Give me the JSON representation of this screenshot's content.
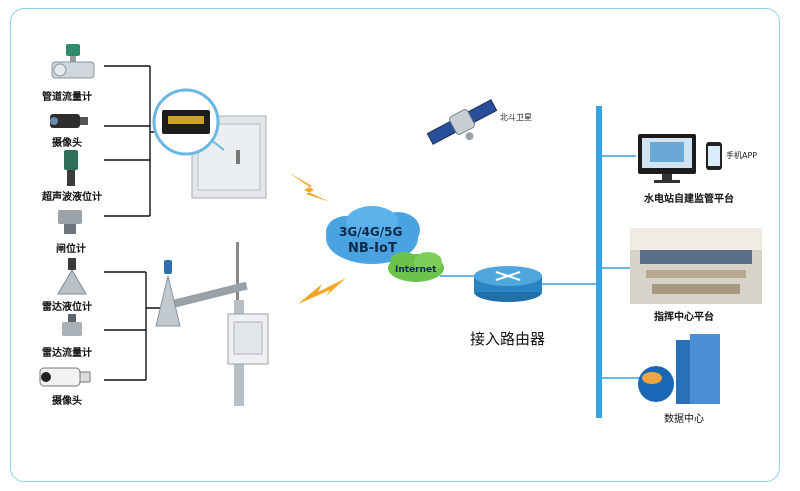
{
  "sensors": {
    "pipe_flowmeter": "管道流量计",
    "camera_top": "摄像头",
    "ultrasonic_level": "超声波液位计",
    "gate_meter": "闸位计",
    "radar_level": "雷达液位计",
    "radar_flow": "雷达流量计",
    "camera_bottom": "摄像头"
  },
  "network": {
    "cellular_line1": "3G/4G/5G",
    "cellular_line2": "NB-IoT",
    "internet": "Internet",
    "satellite": "北斗卫星",
    "router": "接入路由器"
  },
  "platforms": {
    "mobile_app": "手机APP",
    "hydro_station": "水电站自建监管平台",
    "command_center": "指挥中心平台",
    "data_center": "数据中心"
  },
  "colors": {
    "frame_border": "#8fd3ea",
    "backbone": "#3aa2dc",
    "cloud_blue": "#4aa3e0",
    "cloud_green": "#6cc24a",
    "lightning": "#f5a623"
  }
}
